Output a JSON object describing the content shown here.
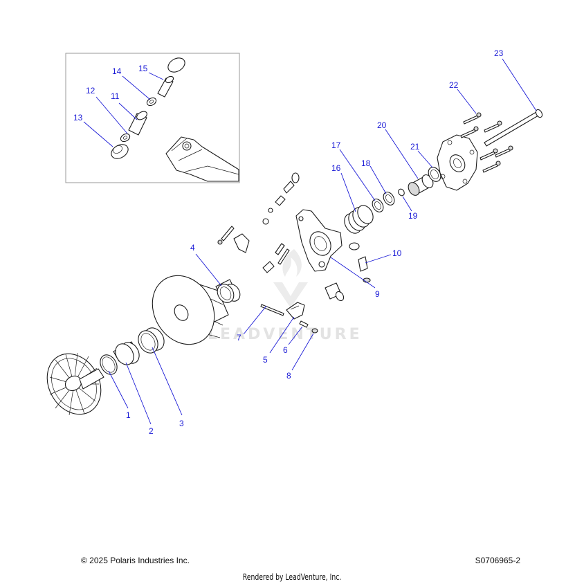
{
  "diagram": {
    "callouts": [
      {
        "id": "1",
        "label": "1"
      },
      {
        "id": "2",
        "label": "2"
      },
      {
        "id": "3",
        "label": "3"
      },
      {
        "id": "4",
        "label": "4"
      },
      {
        "id": "5",
        "label": "5"
      },
      {
        "id": "6",
        "label": "6"
      },
      {
        "id": "7",
        "label": "7"
      },
      {
        "id": "8",
        "label": "8"
      },
      {
        "id": "9",
        "label": "9"
      },
      {
        "id": "10",
        "label": "10"
      },
      {
        "id": "11",
        "label": "11"
      },
      {
        "id": "12",
        "label": "12"
      },
      {
        "id": "13",
        "label": "13"
      },
      {
        "id": "14",
        "label": "14"
      },
      {
        "id": "15",
        "label": "15"
      },
      {
        "id": "16",
        "label": "16"
      },
      {
        "id": "17",
        "label": "17"
      },
      {
        "id": "18",
        "label": "18"
      },
      {
        "id": "19",
        "label": "19"
      },
      {
        "id": "20",
        "label": "20"
      },
      {
        "id": "21",
        "label": "21"
      },
      {
        "id": "22",
        "label": "22"
      },
      {
        "id": "23",
        "label": "23"
      }
    ],
    "watermark": "LEADVENTURE",
    "colors": {
      "callout": "#1a1ad6",
      "line": "#1c1c1c",
      "watermark": "#e3e3e3"
    }
  },
  "footer": {
    "copyright": "© 2025 Polaris Industries Inc.",
    "diagram_code": "S0706965-2",
    "rendered_by": "Rendered by LeadVenture, Inc."
  }
}
